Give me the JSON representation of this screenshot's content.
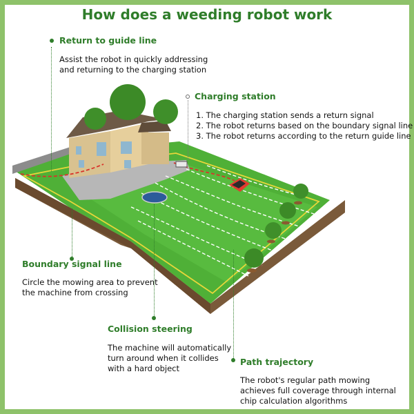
{
  "title": "How does a weeding robot work",
  "colors": {
    "frame": "#8ec26a",
    "heading": "#2f7d2a",
    "grass": "#4fb037",
    "soil": "#7a5a3a",
    "boundary_line": "#e8d63a",
    "guide_line": "#d9332a"
  },
  "callouts": {
    "return_guide": {
      "heading": "Return to guide line",
      "lines": [
        "Assist the robot in quickly addressing",
        "and returning to the charging station"
      ]
    },
    "charging_station": {
      "heading": "Charging station",
      "lines": [
        "1. The charging station sends a return signal",
        "2. The robot returns based on the boundary signal line",
        "3. The robot returns according to the return guide line"
      ]
    },
    "boundary_signal": {
      "heading": "Boundary signal line",
      "lines": [
        "Circle the mowing area to prevent",
        "the machine from crossing"
      ]
    },
    "collision_steering": {
      "heading": "Collision steering",
      "lines": [
        "The machine will automatically",
        "turn around when it collides",
        "with a hard object"
      ]
    },
    "path_trajectory": {
      "heading": "Path trajectory",
      "lines": [
        "The robot's regular path mowing",
        "achieves full coverage through internal",
        "chip calculation algorithms"
      ]
    }
  }
}
